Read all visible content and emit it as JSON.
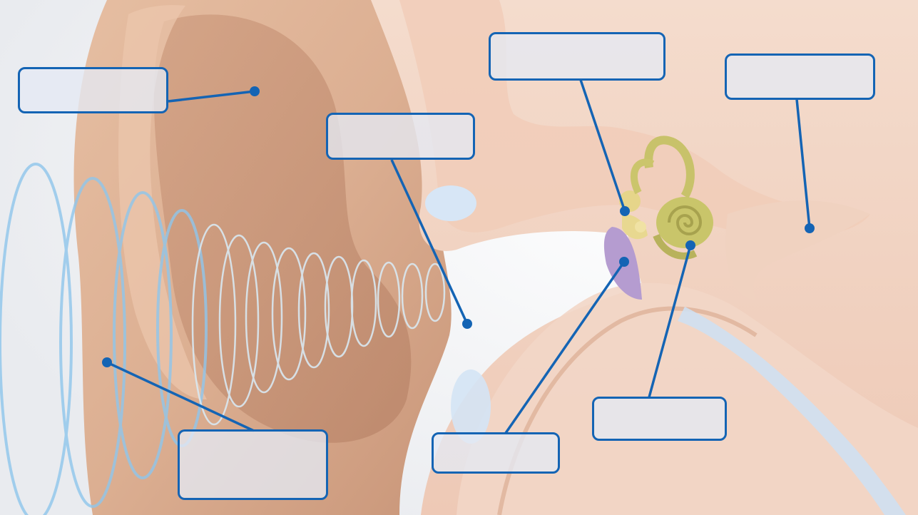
{
  "diagram": {
    "subject": "ear-anatomy",
    "colors": {
      "leader_line": "#1464b4",
      "box_border": "#1464b4",
      "box_fill": "#e4e9f4",
      "skin": "#e9c1a6",
      "tissue": "#f3d8c8",
      "cochlea": "#cdc66a",
      "eardrum": "#b59cd0",
      "sound_wave": "#8fc6ec"
    },
    "label_boxes": [
      {
        "id": "pinna",
        "text": ""
      },
      {
        "id": "ear-canal",
        "text": ""
      },
      {
        "id": "ossicles",
        "text": ""
      },
      {
        "id": "auditory-nerve",
        "text": ""
      },
      {
        "id": "sound-waves",
        "text": ""
      },
      {
        "id": "eardrum",
        "text": ""
      },
      {
        "id": "cochlea",
        "text": ""
      }
    ]
  }
}
